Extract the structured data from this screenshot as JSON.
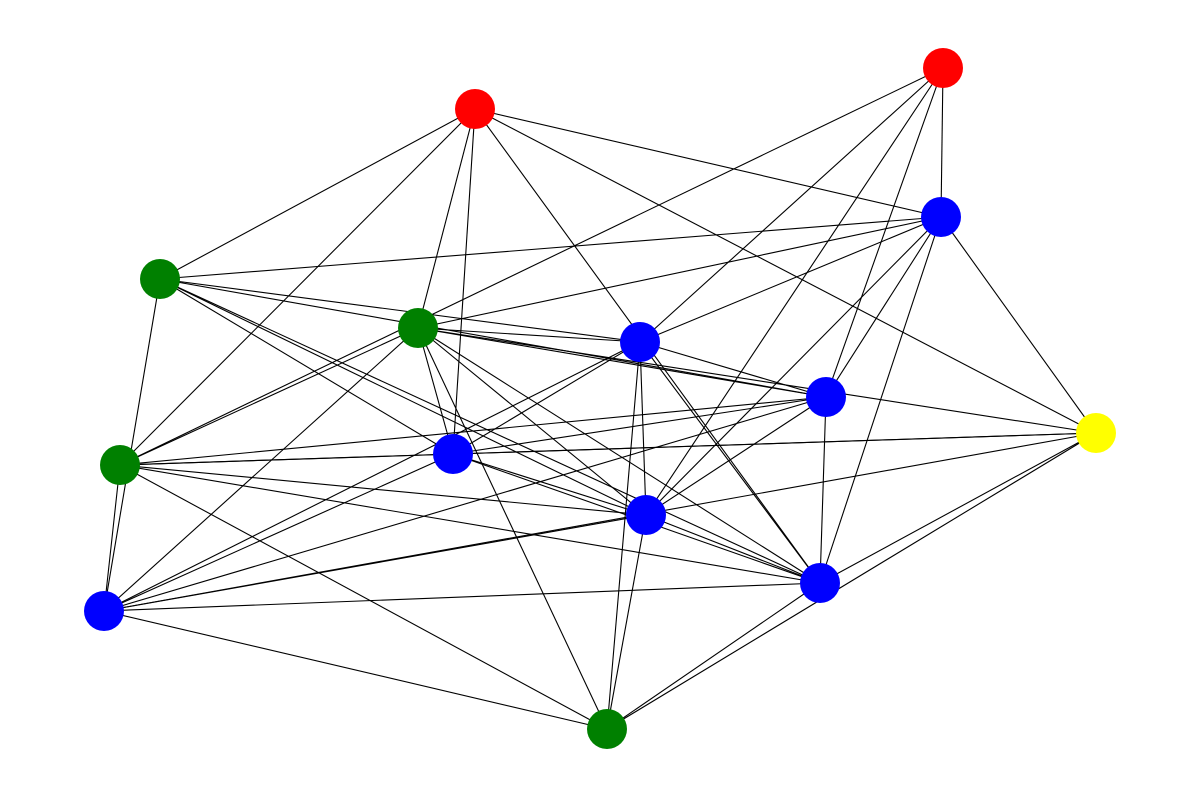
{
  "graph": {
    "colors": {
      "red": "#ff0000",
      "green": "#008000",
      "blue": "#0000ff",
      "yellow": "#ffff00",
      "edge": "#000000",
      "background": "#ffffff"
    },
    "nodes": [
      {
        "id": "n0",
        "color": "red"
      },
      {
        "id": "n1",
        "color": "red"
      },
      {
        "id": "n2",
        "color": "blue"
      },
      {
        "id": "n3",
        "color": "green"
      },
      {
        "id": "n4",
        "color": "green"
      },
      {
        "id": "n5",
        "color": "blue"
      },
      {
        "id": "n6",
        "color": "blue"
      },
      {
        "id": "n7",
        "color": "yellow"
      },
      {
        "id": "n8",
        "color": "blue"
      },
      {
        "id": "n9",
        "color": "green"
      },
      {
        "id": "n10",
        "color": "blue"
      },
      {
        "id": "n11",
        "color": "blue"
      },
      {
        "id": "n12",
        "color": "blue"
      },
      {
        "id": "n13",
        "color": "green"
      }
    ],
    "edges": [
      [
        "n0",
        "n3"
      ],
      [
        "n0",
        "n4"
      ],
      [
        "n0",
        "n9"
      ],
      [
        "n0",
        "n2"
      ],
      [
        "n0",
        "n11"
      ],
      [
        "n0",
        "n7"
      ],
      [
        "n0",
        "n8"
      ],
      [
        "n1",
        "n2"
      ],
      [
        "n1",
        "n10"
      ],
      [
        "n1",
        "n6"
      ],
      [
        "n1",
        "n9"
      ],
      [
        "n1",
        "n5"
      ],
      [
        "n2",
        "n3"
      ],
      [
        "n2",
        "n4"
      ],
      [
        "n2",
        "n5"
      ],
      [
        "n2",
        "n10"
      ],
      [
        "n2",
        "n11"
      ],
      [
        "n2",
        "n7"
      ],
      [
        "n2",
        "n6"
      ],
      [
        "n3",
        "n8"
      ],
      [
        "n3",
        "n12"
      ],
      [
        "n3",
        "n6"
      ],
      [
        "n3",
        "n10"
      ],
      [
        "n3",
        "n11"
      ],
      [
        "n3",
        "n5"
      ],
      [
        "n4",
        "n5"
      ],
      [
        "n4",
        "n6"
      ],
      [
        "n4",
        "n8"
      ],
      [
        "n4",
        "n12"
      ],
      [
        "n4",
        "n9"
      ],
      [
        "n4",
        "n10"
      ],
      [
        "n4",
        "n11"
      ],
      [
        "n4",
        "n13"
      ],
      [
        "n4",
        "n7"
      ],
      [
        "n5",
        "n8"
      ],
      [
        "n5",
        "n12"
      ],
      [
        "n5",
        "n6"
      ],
      [
        "n5",
        "n10"
      ],
      [
        "n5",
        "n11"
      ],
      [
        "n5",
        "n13"
      ],
      [
        "n6",
        "n8"
      ],
      [
        "n6",
        "n9"
      ],
      [
        "n6",
        "n12"
      ],
      [
        "n6",
        "n10"
      ],
      [
        "n6",
        "n11"
      ],
      [
        "n7",
        "n8"
      ],
      [
        "n7",
        "n9"
      ],
      [
        "n7",
        "n11"
      ],
      [
        "n7",
        "n13"
      ],
      [
        "n7",
        "n12"
      ],
      [
        "n8",
        "n12"
      ],
      [
        "n8",
        "n9"
      ],
      [
        "n8",
        "n10"
      ],
      [
        "n8",
        "n11"
      ],
      [
        "n9",
        "n10"
      ],
      [
        "n9",
        "n12"
      ],
      [
        "n9",
        "n13"
      ],
      [
        "n9",
        "n11"
      ],
      [
        "n10",
        "n11"
      ],
      [
        "n10",
        "n13"
      ],
      [
        "n10",
        "n12"
      ],
      [
        "n11",
        "n13"
      ],
      [
        "n11",
        "n12"
      ],
      [
        "n12",
        "n13"
      ]
    ]
  }
}
